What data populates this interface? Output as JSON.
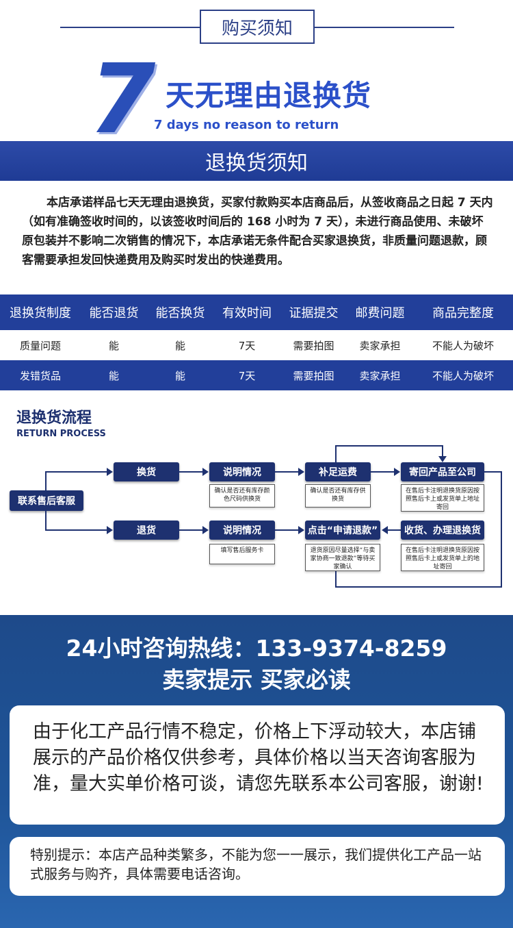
{
  "notice": {
    "title": "购买须知"
  },
  "banner": {
    "big_number": "7",
    "title": "天无理由退换货",
    "subtitle": "7 days no reason to return"
  },
  "return_section": {
    "title": "退换货须知",
    "policy": "本店承诺样品七天无理由退换货，买家付款购买本店商品后，从签收商品之日起 7 天内（如有准确签收时间的，以该签收时间后的 168 小时为 7 天），未进行商品使用、未破坏原包装并不影响二次销售的情况下，本店承诺无条件配合买家退换货，非质量问题退款，顾客需要承担发回快递费用及购买时发出的快递费用。"
  },
  "table": {
    "headers": [
      "退换货制度",
      "能否退货",
      "能否换货",
      "有效时间",
      "证据提交",
      "邮费问题",
      "商品完整度"
    ],
    "rows": [
      [
        "质量问题",
        "能",
        "能",
        "7天",
        "需要拍图",
        "卖家承担",
        "不能人为破坏"
      ],
      [
        "发错货品",
        "能",
        "能",
        "7天",
        "需要拍图",
        "卖家承担",
        "不能人为破坏"
      ]
    ]
  },
  "process": {
    "title": "退换货流程",
    "subtitle": "RETURN PROCESS",
    "start": "联系售后客服",
    "exchange": "换货",
    "refund": "退货",
    "explain1": "说明情况",
    "explain2": "说明情况",
    "note_explain1": "确认是否还有库存颜色尺码供换货",
    "note_explain2": "填写售后服务卡",
    "freight": "补足运费",
    "note_freight": "确认是否还有库存供换货",
    "apply": "点击“申请退款”",
    "note_apply": "退货原因尽量选择“与卖家协商一致退款”等待买家确认",
    "send_back": "寄回产品至公司",
    "note_send_back": "在售后卡注明退换货原因按照售后卡上或发货单上地址寄回",
    "receive": "收货、办理退换货",
    "note_receive": "在售后卡注明退换货原因按照售后卡上或发货单上的地址寄回"
  },
  "bottom": {
    "hotline": "24小时咨询热线：133-9374-8259",
    "tip": "卖家提示  买家必读",
    "card1": "由于化工产品行情不稳定，价格上下浮动较大，本店铺展示的产品价格仅供参考，具体价格以当天咨询客服为准，量大实单价格可谈，请您先联系本公司客服，谢谢!",
    "card2": "特别提示：本店产品种类繁多，不能为您一一展示，我们提供化工产品一站式服务与购齐，具体需要电话咨询。"
  },
  "colors": {
    "primary": "#223f9a",
    "accent": "#2b50c9",
    "bottom_bg": "#1f5599"
  }
}
